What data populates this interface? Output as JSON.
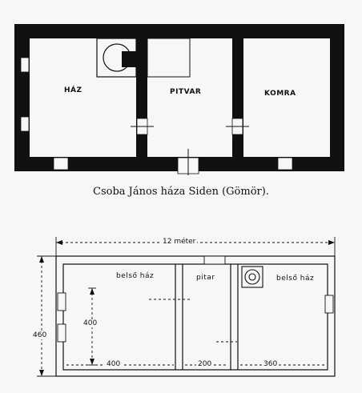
{
  "plan1": {
    "rooms": {
      "haz": "HÁZ",
      "pitvar": "PITVAR",
      "komra": "KOMRA"
    },
    "caption": "Csoba János háza Siden (Gömör)."
  },
  "plan2": {
    "rooms": {
      "belso_haz_left": "belső ház",
      "pitar": "pitar",
      "belso_haz_right": "belső ház"
    },
    "dimensions": {
      "total_width": "12 méter",
      "total_height": "460",
      "room_height": "400",
      "left_width": "400",
      "middle_width": "200",
      "right_width": "360"
    }
  }
}
